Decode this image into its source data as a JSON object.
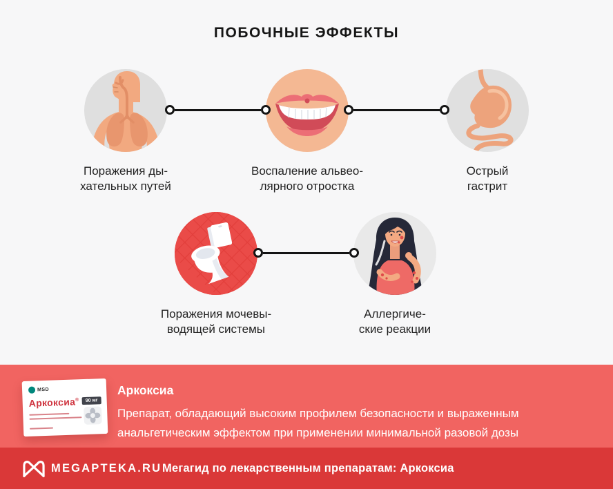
{
  "page": {
    "title": "ПОБОЧНЫЕ ЭФФЕКТЫ",
    "colors": {
      "background": "#f7f7f8",
      "banner": "#f16461",
      "footer": "#da3838",
      "connector": "#141414",
      "gray_circle": "#dfdfdf",
      "peach_circle": "#f4b893",
      "red_circle": "#ea4b48"
    }
  },
  "effects": [
    {
      "icon": "respiratory-system-icon",
      "lines": [
        "Поражения ды-",
        "хательных путей"
      ]
    },
    {
      "icon": "smile-teeth-icon",
      "lines": [
        "Воспаление альвео-",
        "лярного отростка"
      ]
    },
    {
      "icon": "stomach-icon",
      "lines": [
        "Острый",
        "гастрит"
      ]
    },
    {
      "icon": "toilet-icon",
      "lines": [
        "Поражения мочевы-",
        "водящей системы"
      ]
    },
    {
      "icon": "allergic-reaction-icon",
      "lines": [
        "Аллергиче-",
        "ские реакции"
      ]
    }
  ],
  "banner": {
    "product_name": "Аркоксиа",
    "description": "Препарат, обладающий высоким профилем безопасности и выраженным анальгетическим эффектом при применении минимальной разовой дозы",
    "package": {
      "brand": "MSD",
      "name": "Аркоксиа",
      "reg": "®",
      "dose": "90 мг"
    }
  },
  "footer": {
    "brand": "MEGAPTEKA.RU",
    "tagline": "Мегагид по лекарственным препаратам: Аркоксиа"
  }
}
